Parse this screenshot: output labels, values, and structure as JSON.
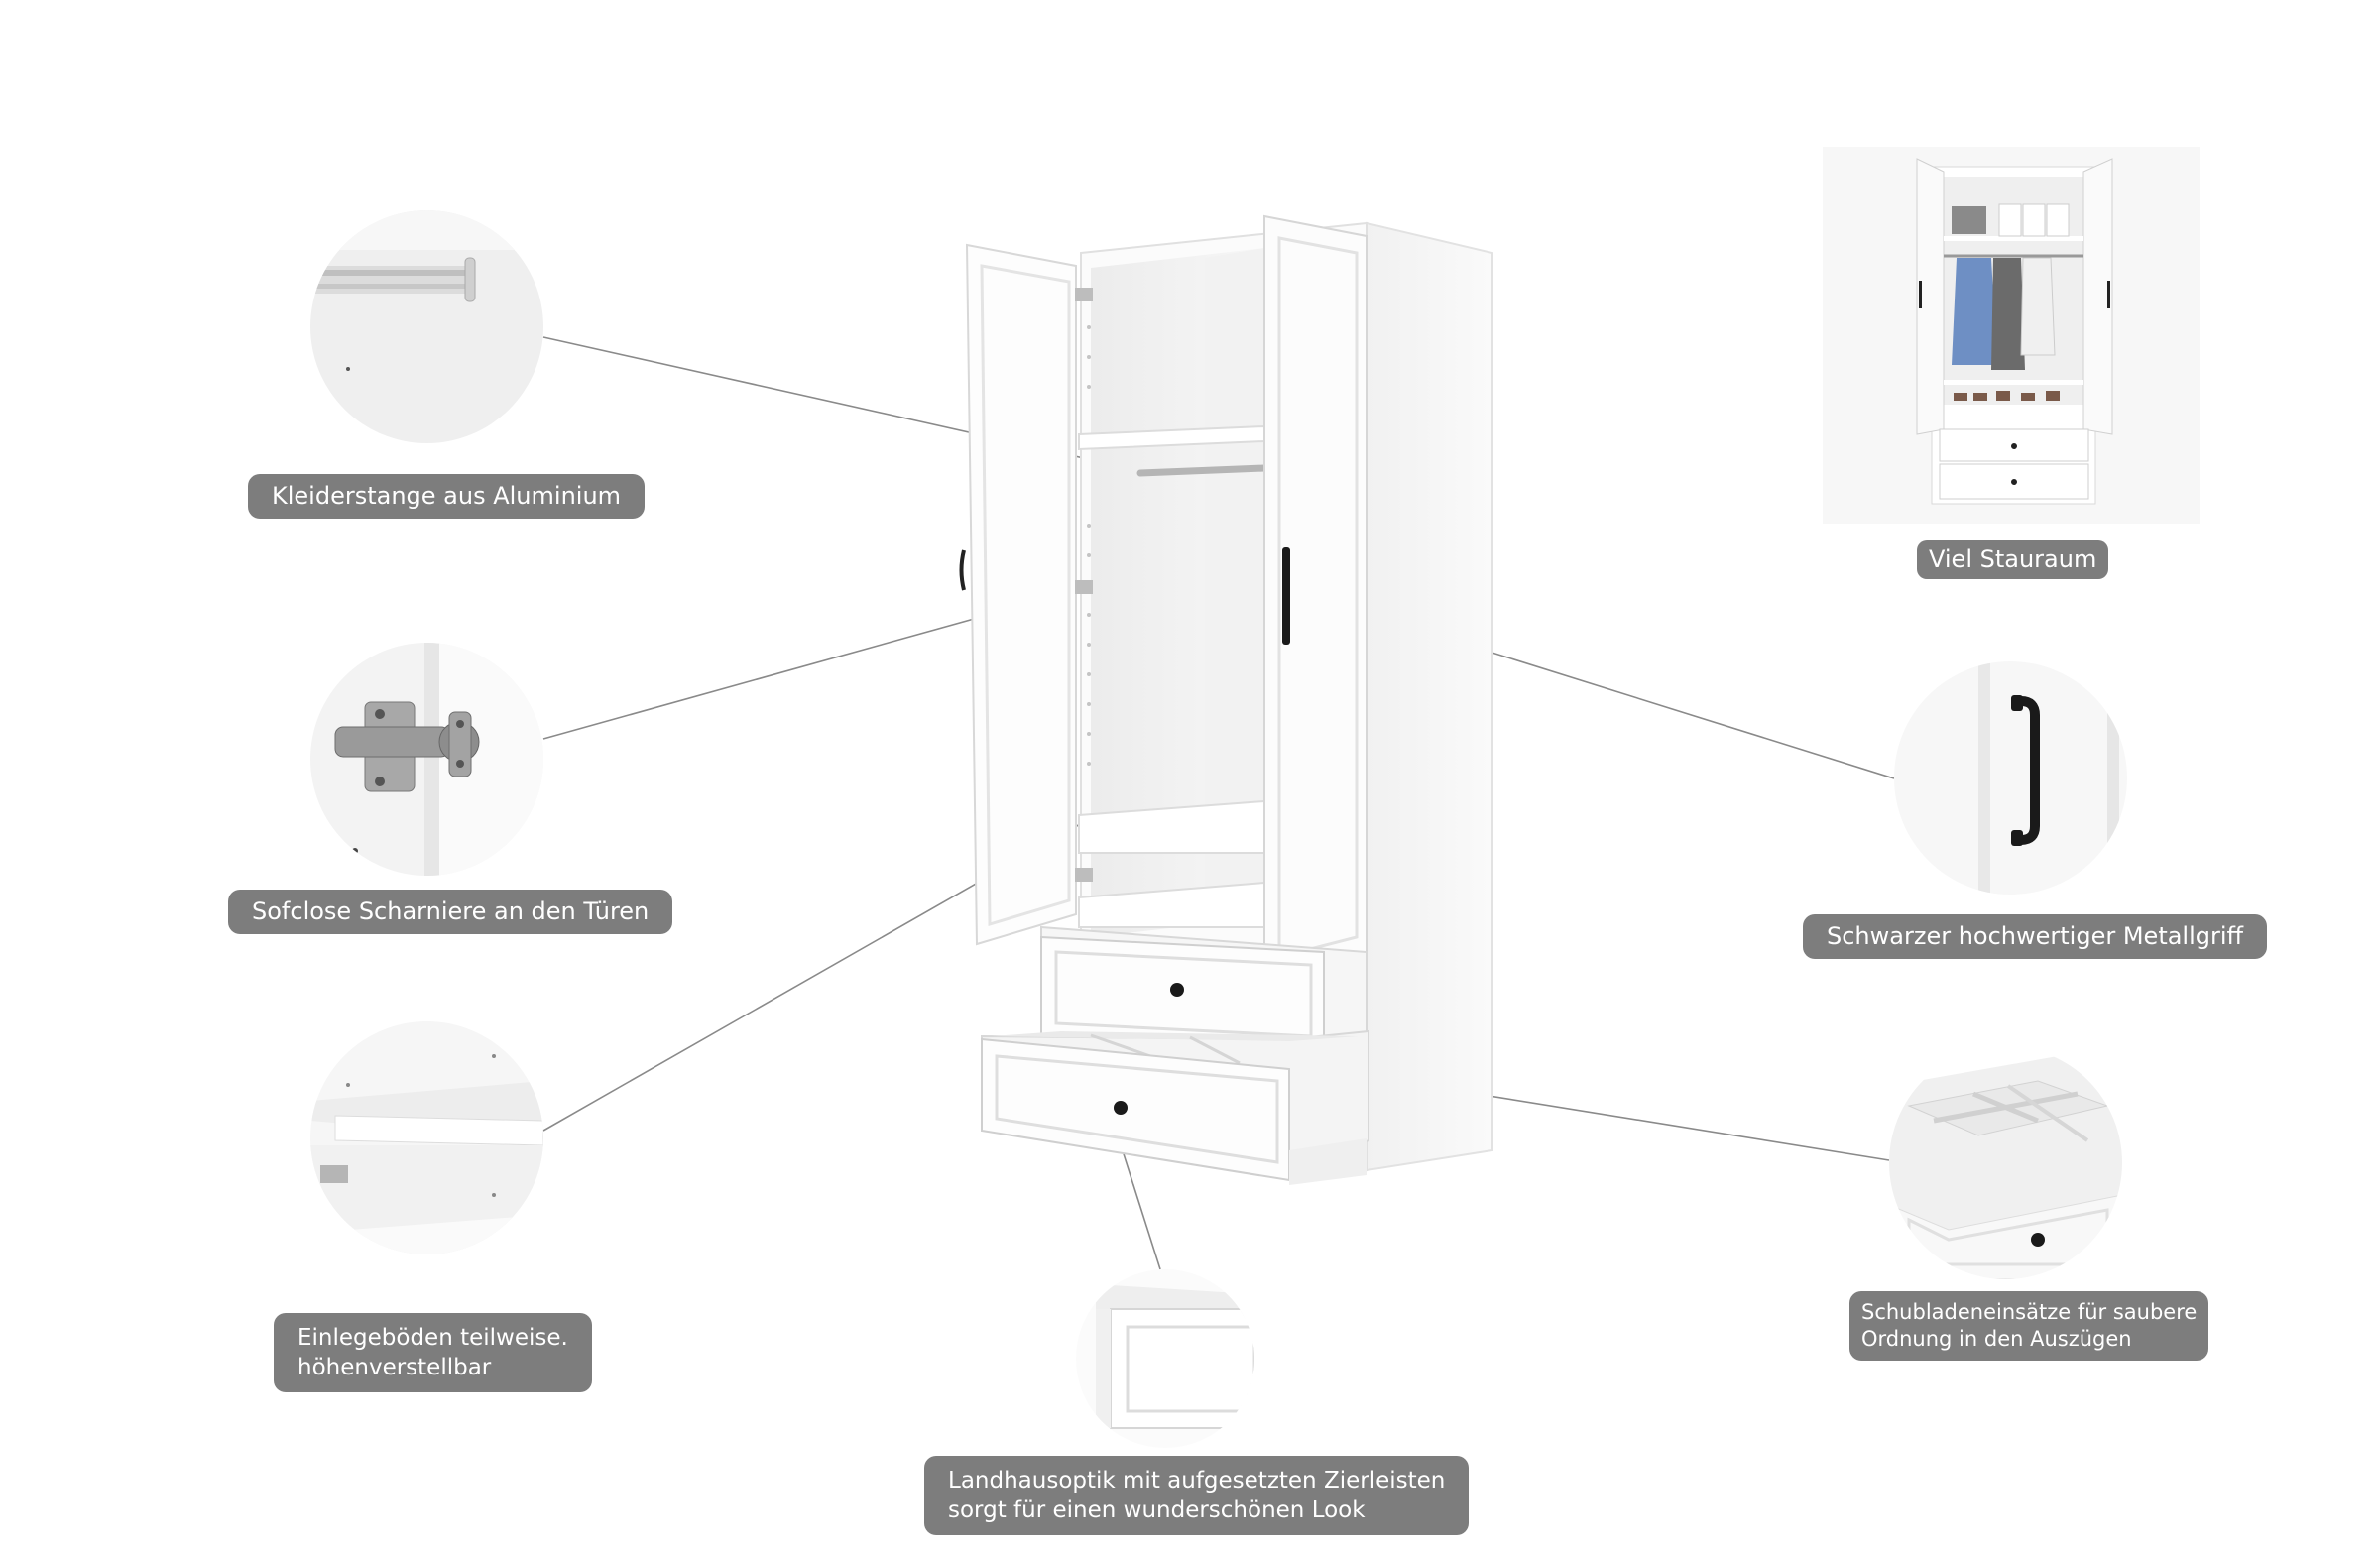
{
  "features": {
    "rail": "Kleiderstange aus Aluminium",
    "hinges": "Sofclose Scharniere an den Türen",
    "shelves_line1": "Einlegeböden teilweise.",
    "shelves_line2": "höhenverstellbar",
    "front_line1": "Landhausoptik mit aufgesetzten Zierleisten",
    "front_line2": "sorgt für einen wunderschönen Look",
    "storage": "Viel Stauraum",
    "handle": "Schwarzer hochwertiger Metallgriff",
    "inserts_line1": "Schubladeneinsätze für saubere",
    "inserts_line2": "Ordnung in den Auszügen"
  },
  "colors": {
    "label_bg": "#7d7d7d",
    "label_text": "#ffffff",
    "leader_line": "#8a8a8a",
    "marker_dot": "#8c8c8c",
    "wardrobe_white": "#fbfbfb",
    "handle_black": "#1a1a1a"
  },
  "icons": [
    "rail-closeup-icon",
    "hinge-closeup-icon",
    "shelf-closeup-icon",
    "front-closeup-icon",
    "handle-closeup-icon",
    "drawer-insert-closeup-icon"
  ]
}
